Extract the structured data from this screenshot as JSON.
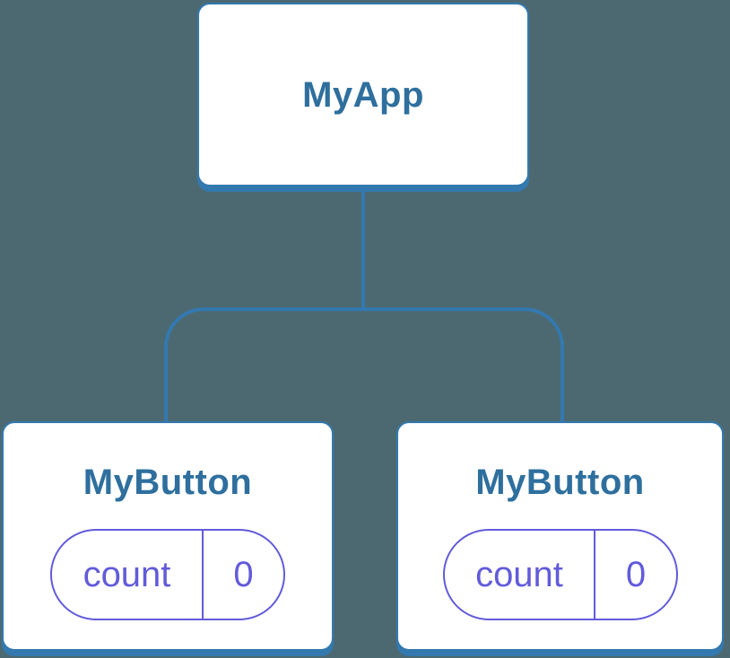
{
  "diagram": {
    "root": {
      "label": "MyApp"
    },
    "children": [
      {
        "label": "MyButton",
        "state": {
          "name": "count",
          "value": "0"
        }
      },
      {
        "label": "MyButton",
        "state": {
          "name": "count",
          "value": "0"
        }
      }
    ]
  },
  "colors": {
    "background": "#4C6972",
    "connector": "#3379AF",
    "node_border": "#3379AF",
    "node_background": "#FFFFFF",
    "node_label": "#2E6F9E",
    "state_accent": "#625BDA"
  }
}
